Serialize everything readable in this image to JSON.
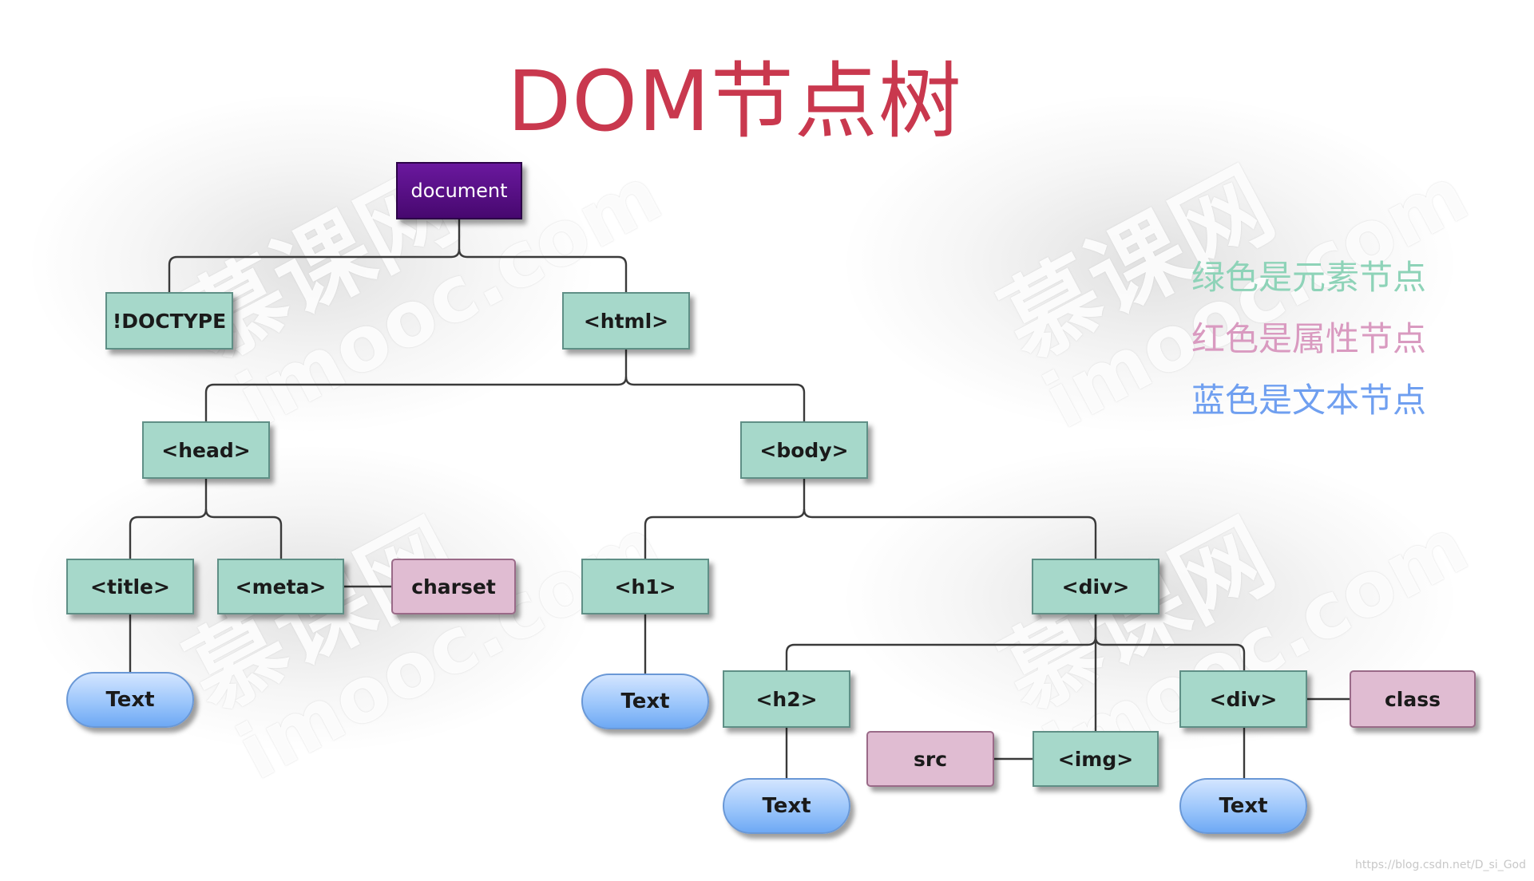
{
  "title": "DOM节点树",
  "watermark": {
    "brand": "慕课网",
    "domain": "imooc.com"
  },
  "nodes": {
    "document": "document",
    "doctype": "!DOCTYPE",
    "html": "<html>",
    "head": "<head>",
    "body": "<body>",
    "title": "<title>",
    "meta": "<meta>",
    "charset": "charset",
    "h1": "<h1>",
    "div": "<div>",
    "title_text": "Text",
    "h1_text": "Text",
    "h2": "<h2>",
    "src": "src",
    "img": "<img>",
    "inner_div": "<div>",
    "class": "class",
    "h2_text": "Text",
    "inner_div_text": "Text"
  },
  "legend": [
    {
      "label": "绿色是元素节点",
      "color": "#8ed3b8"
    },
    {
      "label": "红色是属性节点",
      "color": "#d99ac0"
    },
    {
      "label": "蓝色是文本节点",
      "color": "#6f9ff0"
    }
  ],
  "colors": {
    "title": "#c9384e",
    "element_node": "#a6d8ca",
    "attribute_node": "#e0bcd2",
    "text_node": "#9cc6fb",
    "document_node": "#5a0e86"
  },
  "footer": "https://blog.csdn.net/D_si_God"
}
